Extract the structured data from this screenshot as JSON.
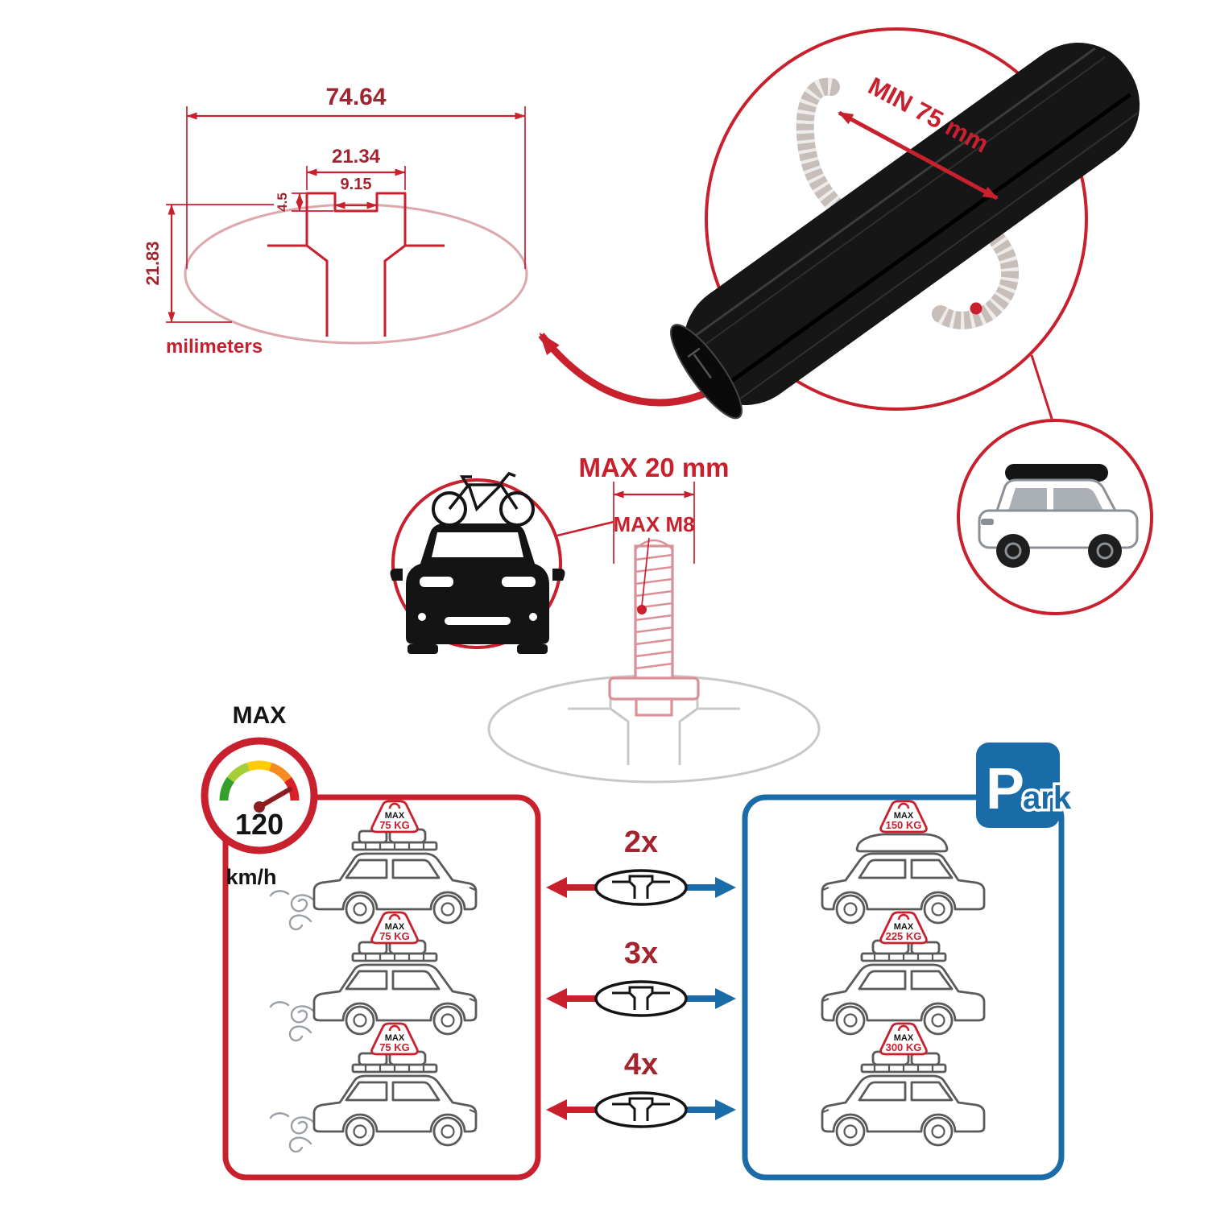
{
  "colors": {
    "red": "#C9202E",
    "darkred": "#A3242E",
    "blue": "#1A6CA8",
    "ink": "#141414",
    "sketch": "#5A5A5A",
    "cargray": "#8B9096",
    "grayline": "#C8C8C8",
    "strap": "#C7BEBA",
    "pink": "#DB9097",
    "gaugegreen": "#33A02C",
    "gaugelime": "#A6CE39",
    "gaugeyellow": "#FFCC00",
    "gaugeorange": "#F68B1F",
    "gaugered": "#DA2128",
    "needle": "#8C1D22"
  },
  "cross_section": {
    "total_width": "74.64",
    "channel_width": "21.34",
    "slot_width": "9.15",
    "lip_depth": "4.5",
    "total_height": "21.83",
    "units": "milimeters"
  },
  "bar_callout": {
    "min_span": "MIN 75 mm"
  },
  "bolt": {
    "max_width": "MAX 20 mm",
    "max_thread": "MAX M8"
  },
  "speed": {
    "title": "MAX",
    "value": "120",
    "unit": "km/h"
  },
  "multipliers": [
    {
      "label": "2x"
    },
    {
      "label": "3x"
    },
    {
      "label": "4x"
    }
  ],
  "driving_cars": [
    {
      "tag_title": "MAX",
      "tag_value": "75 KG"
    },
    {
      "tag_title": "MAX",
      "tag_value": "75 KG"
    },
    {
      "tag_title": "MAX",
      "tag_value": "75 KG"
    }
  ],
  "parked_cars": [
    {
      "tag_title": "MAX",
      "tag_value": "150 KG"
    },
    {
      "tag_title": "MAX",
      "tag_value": "225 KG"
    },
    {
      "tag_title": "MAX",
      "tag_value": "300 KG"
    }
  ],
  "park_sign": {
    "letter": "P",
    "suffix": "ark"
  }
}
